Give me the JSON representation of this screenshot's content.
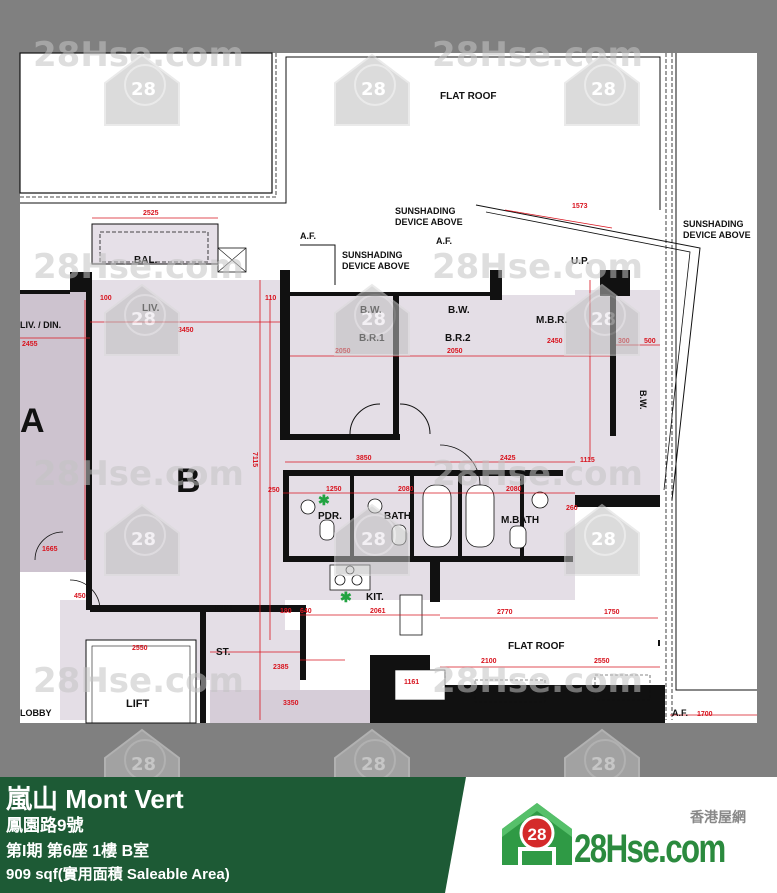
{
  "listing": {
    "title": "嵐山 Mont Vert",
    "address": "鳳園路9號",
    "unit": "第I期 第6座 1樓 B室",
    "area": "909 sqf(實用面積 Saleable Area)"
  },
  "brand": {
    "tagline": "香港屋網",
    "name": "28Hse.com",
    "badge": "28",
    "watermark": "28Hse.com",
    "colors": {
      "panel": "#1d5a35",
      "logo_green": "#2b8a3e",
      "badge_red": "#d42a2a",
      "background": "#808080"
    }
  },
  "floor_plan": {
    "unit_label": "B",
    "neighbor_label": "A",
    "rooms": {
      "living": "LIV.",
      "dining": "DIN.",
      "neighbor_living_dining": "LIV. / DIN.",
      "balcony": "BAL.",
      "bedroom1": "B.R.1",
      "bedroom2": "B.R.2",
      "master_bedroom": "M.B.R.",
      "bay_window_1": "B.W.",
      "bay_window_2": "B.W.",
      "bay_window_mbr": "B.W.",
      "utility_platform": "U.P.",
      "powder_room": "PDR.",
      "bath": "BATH",
      "master_bath": "M.BATH",
      "kitchen": "KIT.",
      "store": "ST.",
      "lift": "LIFT",
      "lobby": "LOBBY"
    },
    "annotations": {
      "flat_roof_top": "FLAT ROOF",
      "flat_roof_bottom": "FLAT ROOF",
      "sunshading_1": [
        "SUNSHADING",
        "DEVICE ABOVE"
      ],
      "sunshading_2": [
        "SUNSHADING",
        "DEVICE ABOVE"
      ],
      "sunshading_3": [
        "SUNSHADING",
        "DEVICE ABOVE"
      ],
      "af_1": "A.F.",
      "af_2": "A.F.",
      "af_3": "A.F."
    },
    "dimensions": {
      "bal_width": "2525",
      "uv_top": "1573",
      "liv_width": "3450",
      "neighbor_width": "2455",
      "br1_width": "2050",
      "br2_width": "2050",
      "mbr_width": "2450",
      "mbr_300": "300",
      "mbr_500": "500",
      "corridor": "3850",
      "corridor_right": "2425",
      "mbr_1115": "1115",
      "pdr_1250": "1250",
      "bath_2080": "2080",
      "mbath_2080": "2080",
      "liv_depth": "7115",
      "kit_2061": "2061",
      "kit_640": "640",
      "roof_2770": "2770",
      "roof_1750": "1750",
      "roof_2100": "2100",
      "roof_2550": "2550",
      "st_2385": "2385",
      "lift_2550": "2550",
      "bottom_3350": "3350",
      "af_1700": "1700",
      "sm_100": "100",
      "sm_110": "110",
      "sm_250": "250",
      "sm_260": "260",
      "sm_1161": "1161",
      "sm_1665": "1665",
      "sm_450": "450",
      "sm_180": "180"
    }
  }
}
